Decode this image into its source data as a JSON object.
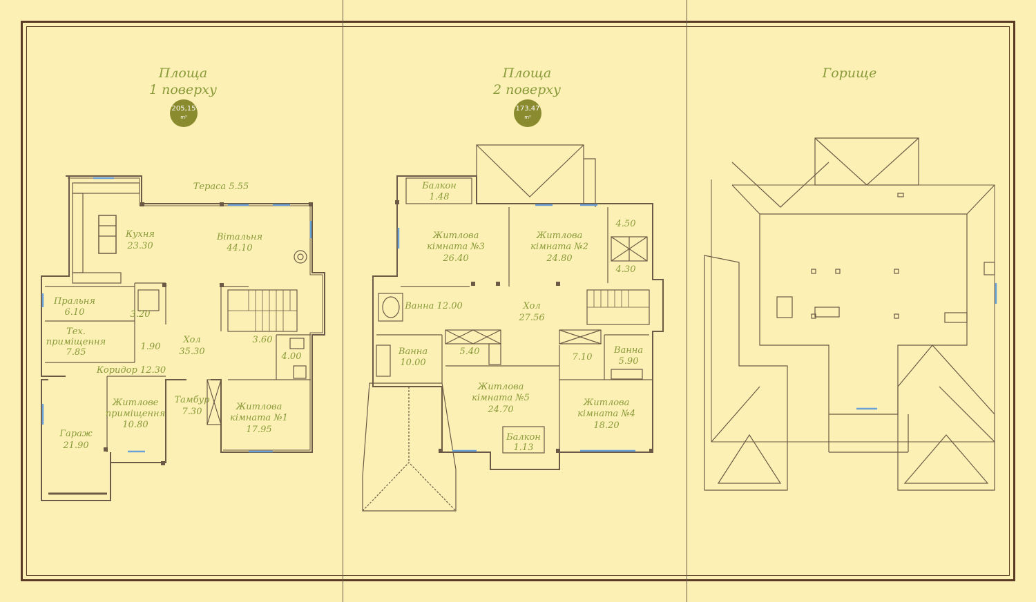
{
  "panels": [
    {
      "title_line1": "Площа",
      "title_line2": "1 поверху",
      "area": "205,15",
      "unit": "m²"
    },
    {
      "title_line1": "Площа",
      "title_line2": "2 поверху",
      "area": "173,47",
      "unit": "m²"
    },
    {
      "title_line1": "Горище"
    }
  ],
  "floor1_rooms": [
    {
      "name": "Тераса",
      "area": "5.55"
    },
    {
      "name": "Кухня",
      "area": "23.30"
    },
    {
      "name": "Вітальня",
      "area": "44.10"
    },
    {
      "name": "Пральня",
      "area": "6.10"
    },
    {
      "name": "Тех. приміщення",
      "area": "7.85"
    },
    {
      "name": "",
      "area": "3.20"
    },
    {
      "name": "",
      "area": "1.90"
    },
    {
      "name": "Хол",
      "area": "35.30"
    },
    {
      "name": "",
      "area": "3.60"
    },
    {
      "name": "",
      "area": "4.00"
    },
    {
      "name": "Коридор",
      "area": "12.30"
    },
    {
      "name": "Гараж",
      "area": "21.90"
    },
    {
      "name": "Житлове приміщення",
      "area": "10.80"
    },
    {
      "name": "Тамбур",
      "area": "7.30"
    },
    {
      "name": "Житлова кімната №1",
      "area": "17.95"
    }
  ],
  "floor2_rooms": [
    {
      "name": "Балкон",
      "area": "1.48"
    },
    {
      "name": "Житлова кімната №3",
      "area": "26.40"
    },
    {
      "name": "Житлова кімната №2",
      "area": "24.80"
    },
    {
      "name": "",
      "area": "4.50"
    },
    {
      "name": "",
      "area": "4.30"
    },
    {
      "name": "Ванна",
      "area": "12.00"
    },
    {
      "name": "Хол",
      "area": "27.56"
    },
    {
      "name": "Ванна",
      "area": "10.00"
    },
    {
      "name": "",
      "area": "5.40"
    },
    {
      "name": "",
      "area": "7.10"
    },
    {
      "name": "Ванна",
      "area": "5.90"
    },
    {
      "name": "Житлова кімната №5",
      "area": "24.70"
    },
    {
      "name": "Житлова кімната №4",
      "area": "18.20"
    },
    {
      "name": "Балкон",
      "area": "1.13"
    }
  ]
}
